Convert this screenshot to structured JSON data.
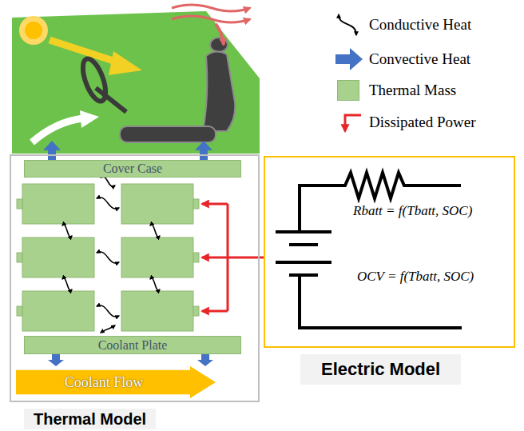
{
  "diagram": {
    "nodes": [
      {
        "text": [
          "Thermal Model"
        ]
      },
      {
        "text": [
          "Cover Case"
        ],
        "in": 0
      },
      {
        "text": [
          "Coolant Plate"
        ],
        "in": 0
      },
      {
        "text": [
          "Coolant Flow"
        ],
        "in": 0
      },
      {
        "text": [
          "Electric Model"
        ]
      }
    ],
    "edges": [
      {
        "from": 4,
        "to": 0,
        "arrow": "to"
      },
      {
        "from": 2,
        "to": 3,
        "arrow": "to"
      },
      {
        "from": 2,
        "to": 3,
        "arrow": "to"
      }
    ],
    "labels": [
      "Rbatt = f(Tbatt, SOC)",
      "OCV = f(Tbatt, SOC)"
    ],
    "legend": [
      {
        "text": "Conductive Heat"
      },
      {
        "text": "Convective Heat"
      },
      {
        "text": "Thermal Mass",
        "color": "#a9d18e"
      },
      {
        "text": "Dissipated Power"
      }
    ]
  }
}
